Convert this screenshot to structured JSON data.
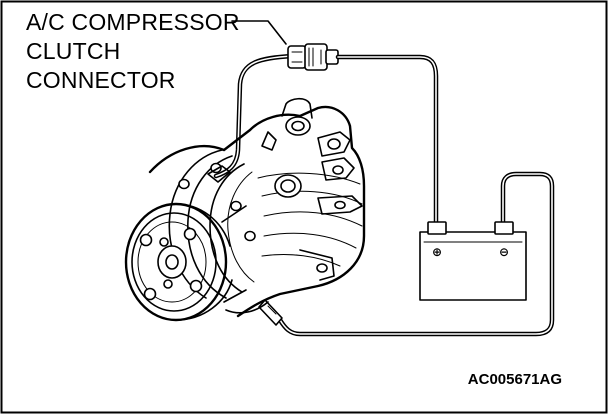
{
  "callout": {
    "line1": "A/C COMPRESSOR",
    "line2": "CLUTCH",
    "line3": "CONNECTOR"
  },
  "battery": {
    "positive_symbol": "⊕",
    "negative_symbol": "⊖"
  },
  "figure_id": "AC005671AG"
}
